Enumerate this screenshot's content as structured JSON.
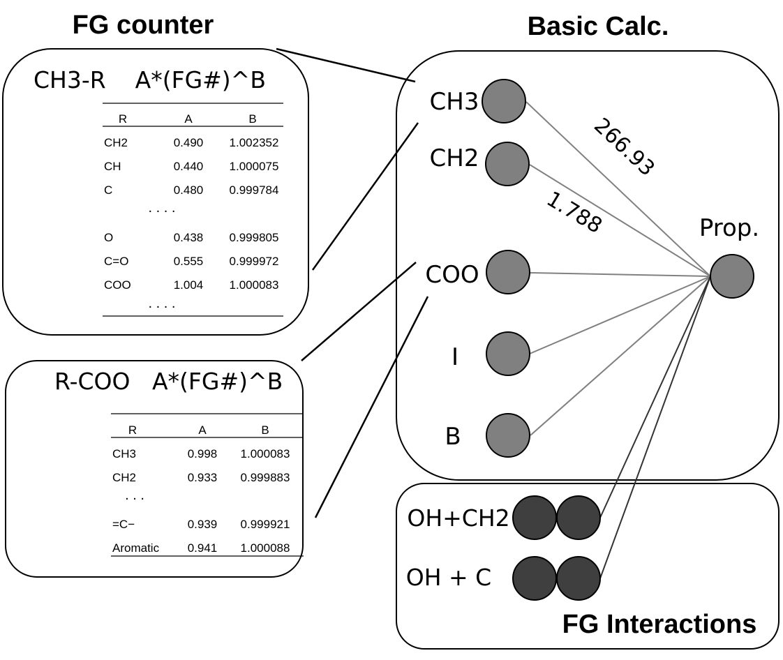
{
  "headings": {
    "fg_counter": "FG counter",
    "basic_calc": "Basic Calc.",
    "fg_interactions": "FG Interactions"
  },
  "table1": {
    "title": "CH3-R    A*(FG#)^B",
    "headers": [
      "R",
      "A",
      "B"
    ],
    "rows": [
      [
        "CH2",
        "0.490",
        "1.002352"
      ],
      [
        "CH",
        "0.440",
        "1.000075"
      ],
      [
        "C",
        "0.480",
        "0.999784"
      ],
      [
        "O",
        "0.438",
        "0.999805"
      ],
      [
        "C=O",
        "0.555",
        "0.999972"
      ],
      [
        "COO",
        "1.004",
        "1.000083"
      ]
    ],
    "ellipsis": ". . . ."
  },
  "table2": {
    "title": "R-COO   A*(FG#)^B",
    "headers": [
      "R",
      "A",
      "B"
    ],
    "rows": [
      [
        "CH3",
        "0.998",
        "1.000083"
      ],
      [
        "CH2",
        "0.933",
        "0.999883"
      ],
      [
        "=C−",
        "0.939",
        "0.999921"
      ],
      [
        "Aromatic",
        "0.941",
        "1.000088"
      ]
    ],
    "ellipsis": ". . ."
  },
  "nodes": {
    "ch3": "CH3",
    "ch2": "CH2",
    "coo": "COO",
    "i": "I",
    "b": "B",
    "prop": "Prop."
  },
  "interactions": {
    "oh_ch2": "OH+CH2",
    "oh_c": "OH + C"
  },
  "weights": {
    "ch3_prop": "266.93",
    "ch2_prop": "1.788"
  },
  "colors": {
    "input_node": "#808080",
    "interaction_node": "#3f3f3f",
    "edge": "#808080"
  }
}
